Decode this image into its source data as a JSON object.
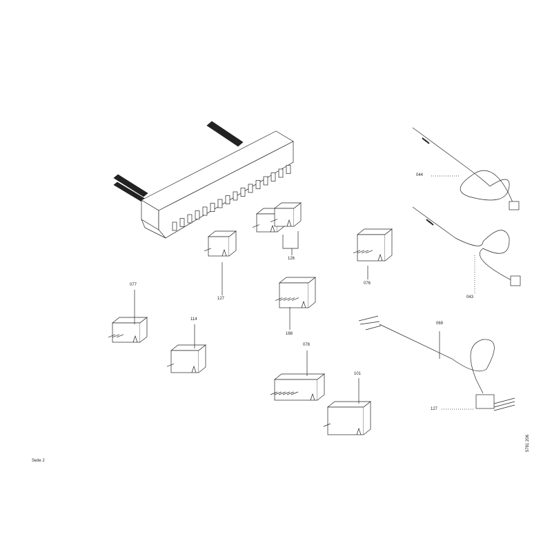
{
  "labels": {
    "p044": "044",
    "p043": "043",
    "p069": "069",
    "p127a": "127",
    "p126": "126",
    "p127b": "127",
    "p076": "076",
    "p077": "077",
    "p114": "114",
    "p168": "168",
    "p078": "078",
    "p101": "101"
  },
  "footer": {
    "page": "Seite 2",
    "doc_number": "5781 206"
  }
}
